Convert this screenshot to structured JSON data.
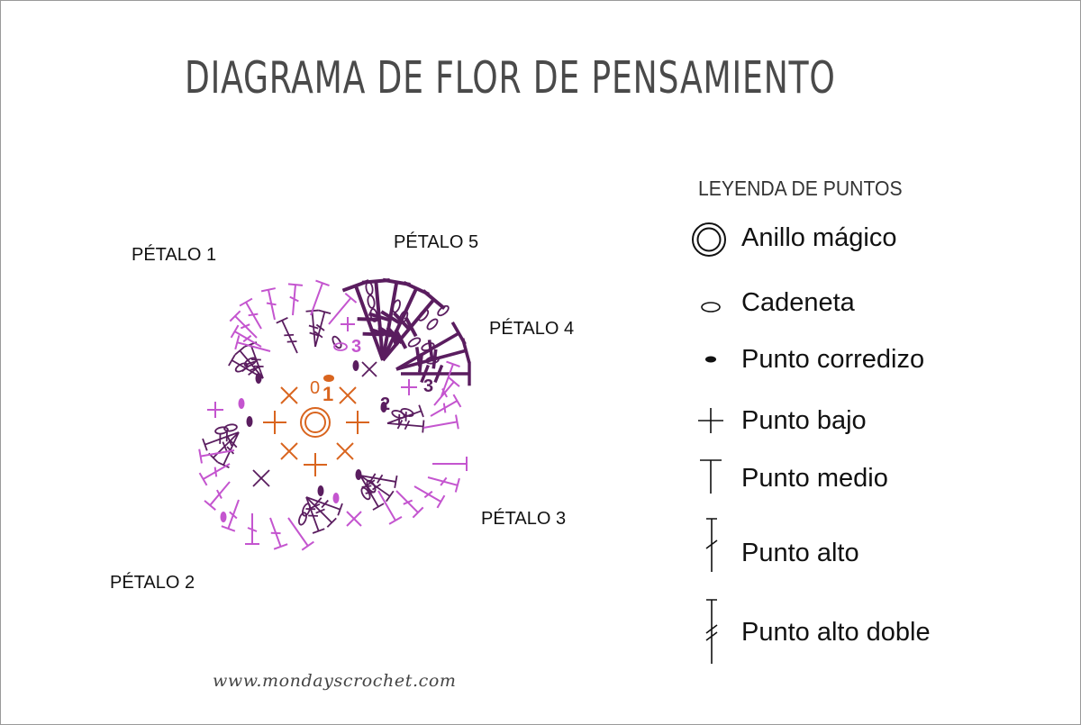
{
  "title": "DIAGRAMA DE FLOR DE PENSAMIENTO",
  "petals": {
    "p1": "PÉTALO 1",
    "p2": "PÉTALO 2",
    "p3": "PÉTALO 3",
    "p4": "PÉTALO 4",
    "p5": "PÉTALO 5"
  },
  "round_numbers": {
    "r0": "0",
    "r1": "1",
    "r2": "2",
    "r3a": "3",
    "r3b": "3"
  },
  "legend": {
    "title": "LEYENDA DE PUNTOS",
    "items": [
      {
        "icon": "magic-ring-icon",
        "label": "Anillo mágico"
      },
      {
        "icon": "chain-icon",
        "label": "Cadeneta"
      },
      {
        "icon": "slip-stitch-icon",
        "label": "Punto corredizo"
      },
      {
        "icon": "single-crochet-icon",
        "label": "Punto bajo"
      },
      {
        "icon": "half-double-crochet-icon",
        "label": "Punto medio"
      },
      {
        "icon": "double-crochet-icon",
        "label": "Punto alto"
      },
      {
        "icon": "treble-crochet-icon",
        "label": "Punto alto doble"
      }
    ]
  },
  "website": "www.mondayscrochet.com",
  "colors": {
    "round1": "#d9651f",
    "round2": "#5a1d5f",
    "round3": "#c455cf",
    "text": "#111111",
    "title": "#4a4a4a"
  }
}
